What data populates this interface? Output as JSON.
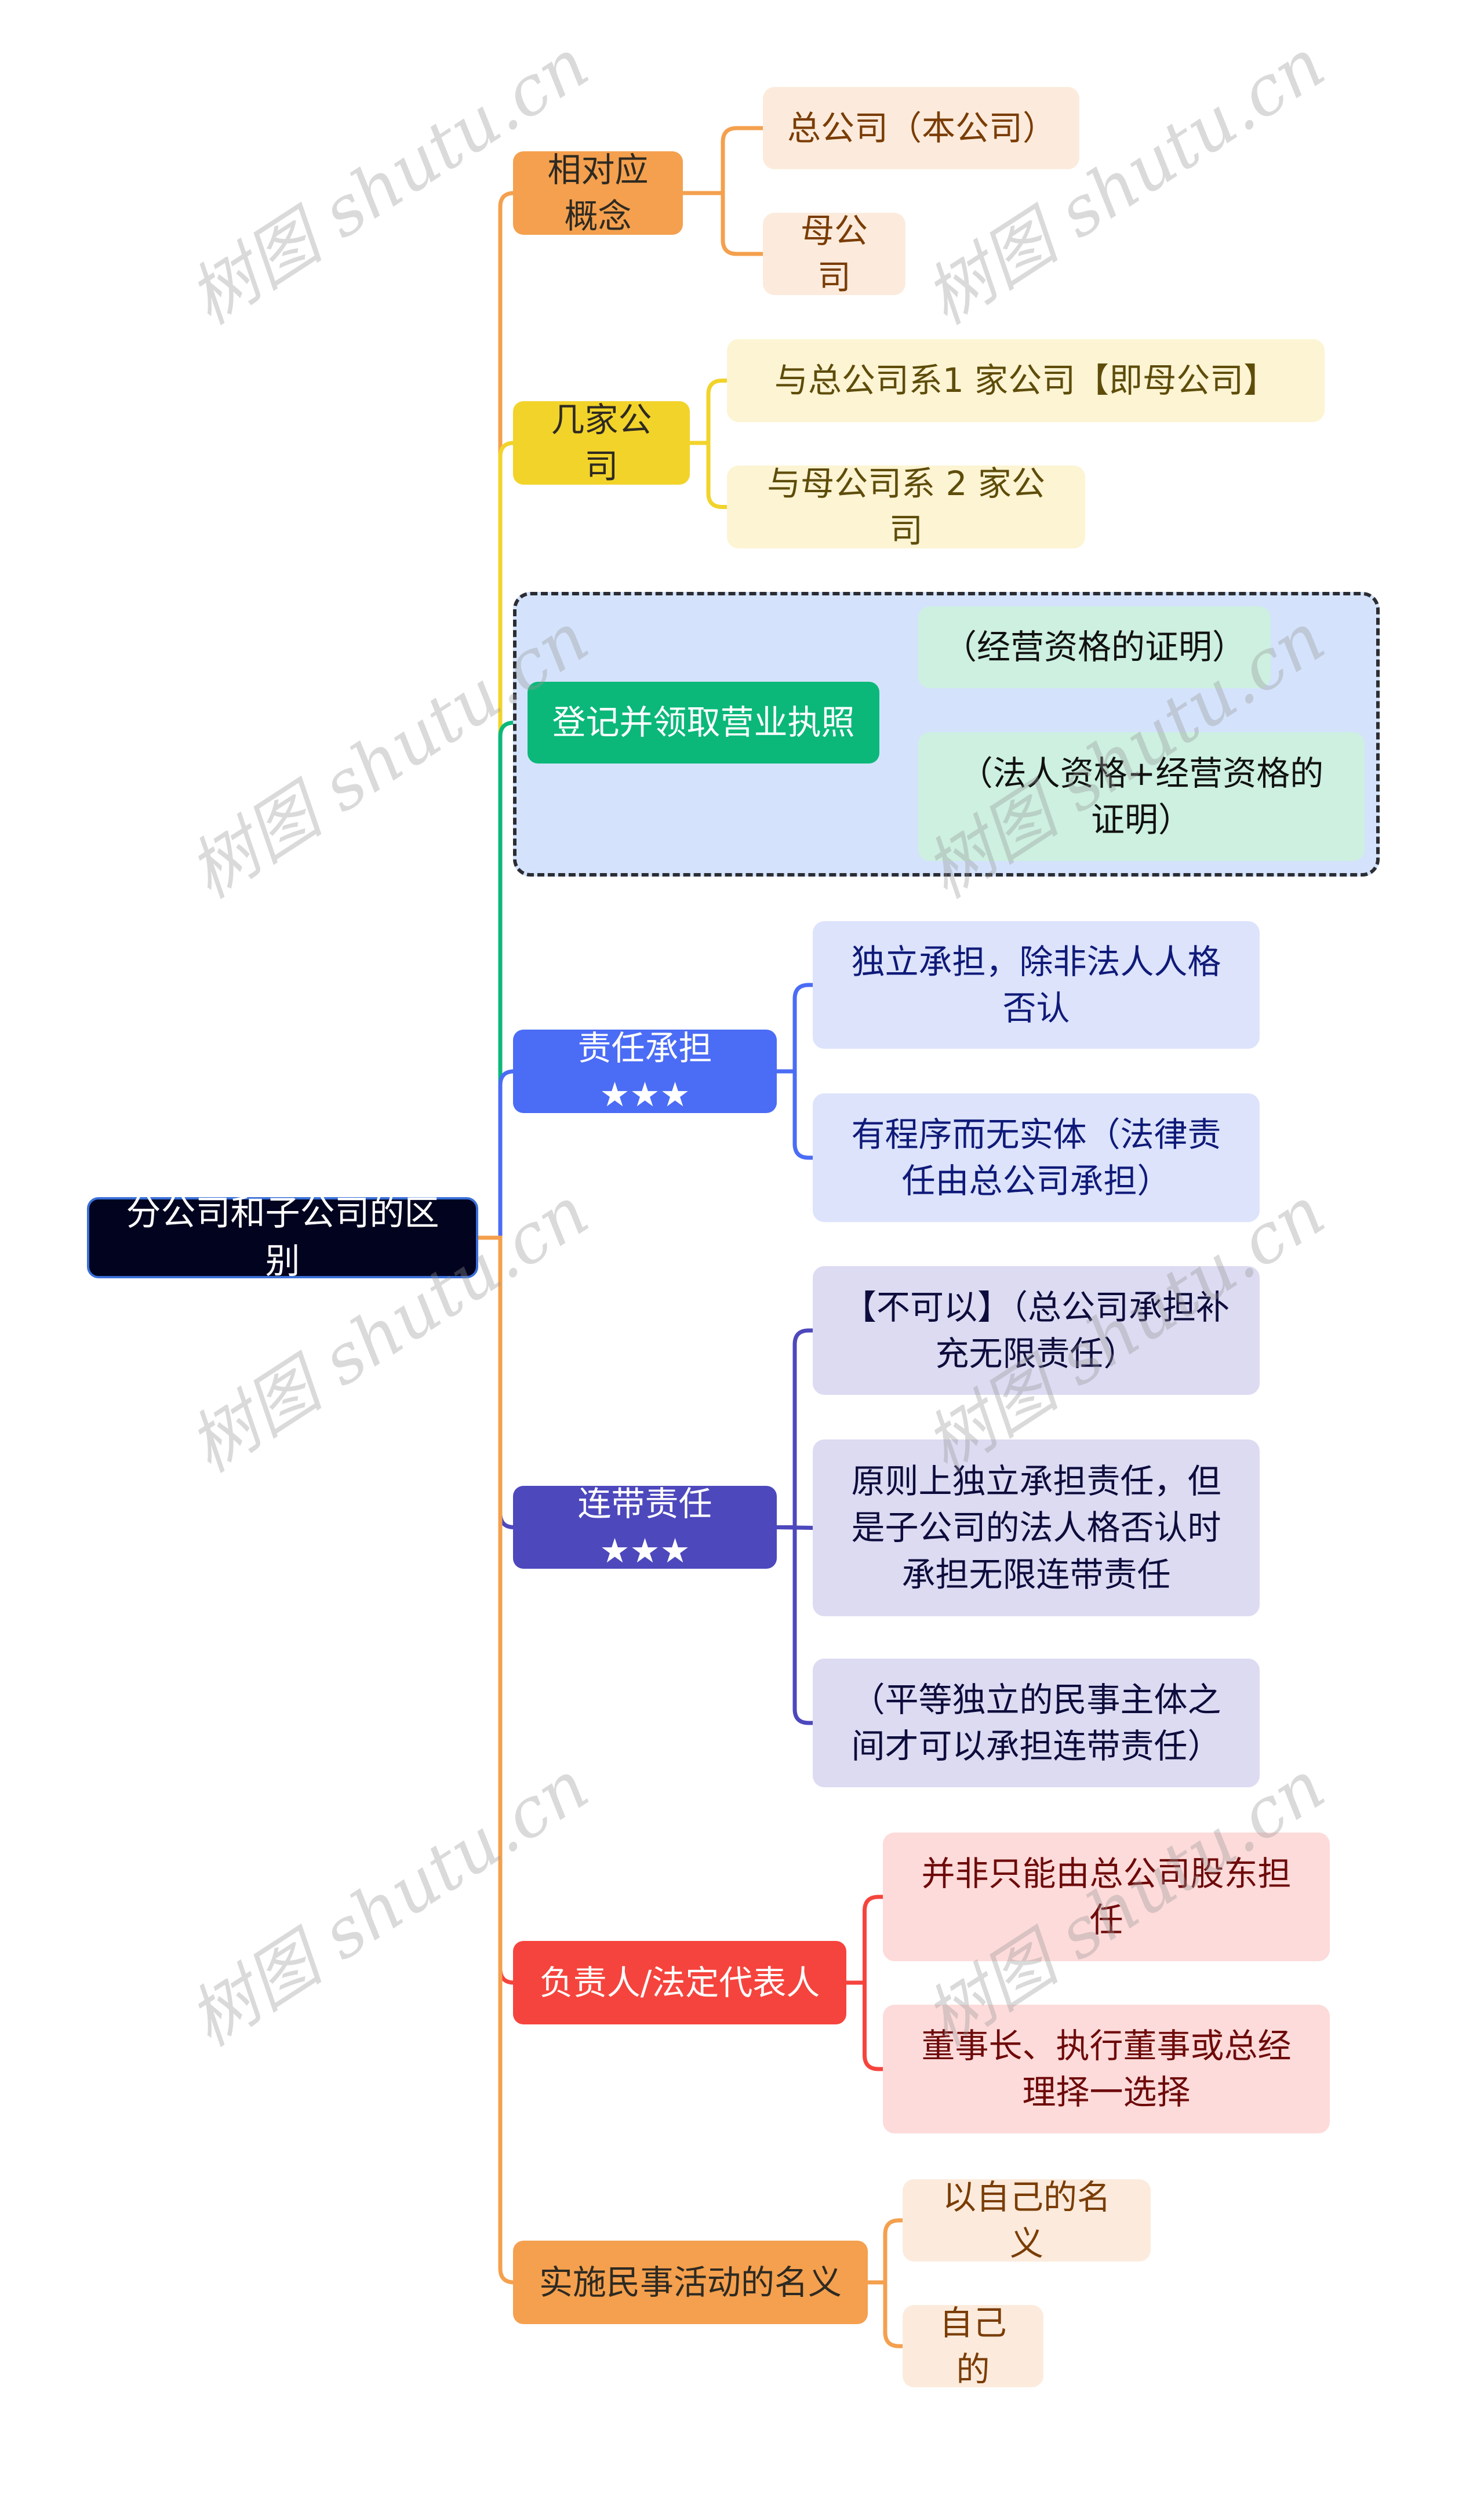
{
  "title": "分公司和子公司的区别",
  "colors": {
    "root_bg": "#02031f",
    "root_border": "#3a6fd8",
    "dashed_group_bg": "#d4e3fb",
    "dashed_group_border": "#2b2d33"
  },
  "root": {
    "label": "分公司和子公司的区别"
  },
  "branches": [
    {
      "label": "相对应概念",
      "color": "#f4a04e",
      "text_color": "#2e2a22",
      "leaf_bg": "#fcebdc",
      "leaf_text": "#7a3d06",
      "children": [
        "总公司（本公司）",
        "母公司"
      ]
    },
    {
      "label": "几家公司",
      "color": "#f2d32a",
      "text_color": "#2e2a22",
      "leaf_bg": "#fcf4d3",
      "leaf_text": "#5e4c0a",
      "children": [
        "与总公司系1 家公司【即母公司】",
        "与母公司系 2 家公司"
      ]
    },
    {
      "label": "登记并领取营业执照",
      "color": "#0bb87a",
      "text_color": "#ffffff",
      "leaf_bg": "#cdf0e0",
      "leaf_text": "#111111",
      "grouped": true,
      "children": [
        "（经营资格的证明）",
        "（法人资格+经营资格的证明）"
      ]
    },
    {
      "label": "责任承担★★★",
      "color": "#4b6cf5",
      "text_color": "#ffffff",
      "leaf_bg": "#dce3fb",
      "leaf_text": "#0f1a78",
      "children": [
        "独立承担，除非法人人格否认",
        "有程序而无实体（法律责任由总公司承担）"
      ]
    },
    {
      "label": "连带责任★★★",
      "color": "#4d48bc",
      "text_color": "#ffffff",
      "leaf_bg": "#dcdbf2",
      "leaf_text": "#0d0c3c",
      "children": [
        "【不可以】（总公司承担补充无限责任）",
        "原则上独立承担责任，但是子公司的法人格否认时承担无限连带责任",
        "（平等独立的民事主体之间才可以承担连带责任）"
      ]
    },
    {
      "label": "负责人/法定代表人",
      "color": "#f5443d",
      "text_color": "#ffffff",
      "leaf_bg": "#fddbda",
      "leaf_text": "#6e0a0a",
      "children": [
        "并非只能由总公司股东担任",
        "董事长、执行董事或总经理择一选择"
      ]
    },
    {
      "label": "实施民事活动的名义",
      "color": "#f4a04e",
      "text_color": "#2e2a22",
      "leaf_bg": "#fcebdc",
      "leaf_text": "#7a3d06",
      "children": [
        "以自己的名义",
        "自己的"
      ]
    }
  ],
  "watermark": "树图 shutu.cn"
}
